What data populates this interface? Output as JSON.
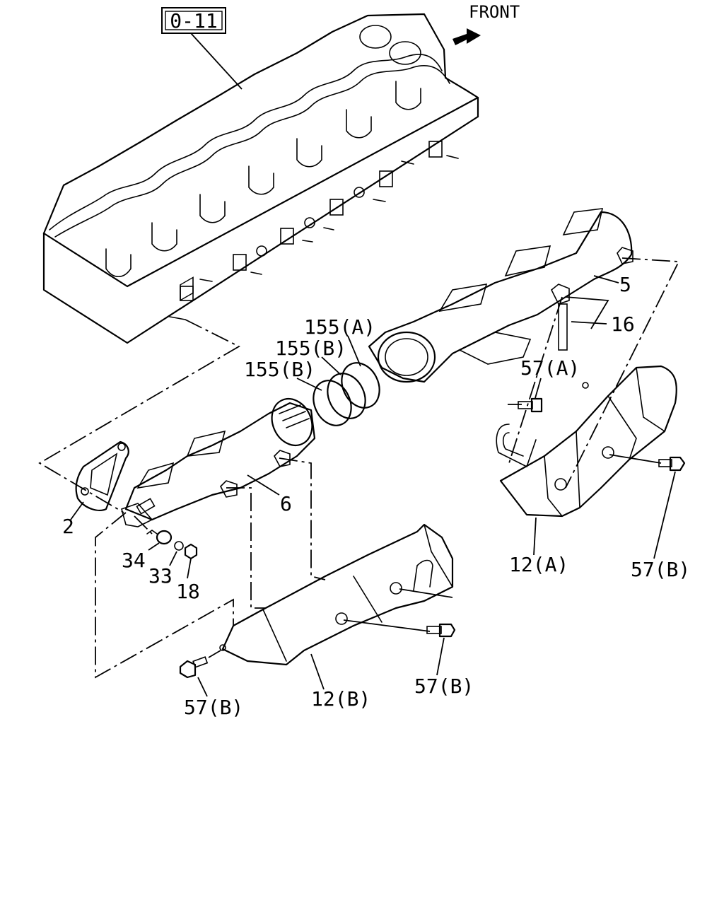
{
  "reference_box": "0-11",
  "direction_label": "FRONT",
  "callouts": {
    "p2": "2",
    "p5": "5",
    "p6": "6",
    "p12a": "12(A)",
    "p12b": "12(B)",
    "p16": "16",
    "p18": "18",
    "p33": "33",
    "p34": "34",
    "p57a": "57(A)",
    "p57b_right": "57(B)",
    "p57b_center": "57(B)",
    "p57b_left": "57(B)",
    "p155a": "155(A)",
    "p155b_upper": "155(B)",
    "p155b_lower": "155(B)"
  },
  "icons": {
    "front_arrow": "arrow-right-icon"
  },
  "colors": {
    "line": "#000000",
    "background": "#ffffff"
  }
}
